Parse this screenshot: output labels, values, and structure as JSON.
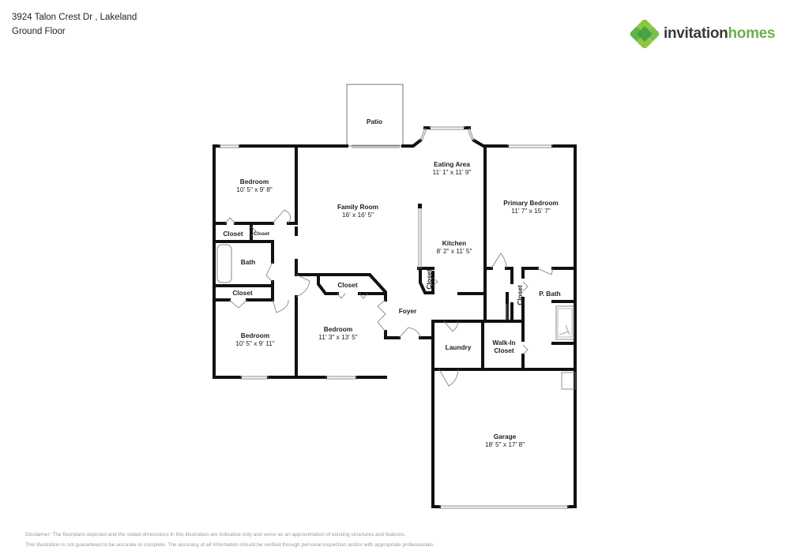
{
  "header": {
    "address": "3924 Talon Crest Dr , Lakeland",
    "floor": "Ground Floor"
  },
  "logo": {
    "word1": "invitation",
    "word2": "homes",
    "colors": {
      "dark": "#3a3a3a",
      "green": "#6ab04c",
      "leaf_light": "#8cc63f",
      "leaf_dark": "#3f9b48"
    }
  },
  "rooms": {
    "patio": {
      "name": "Patio"
    },
    "bedroom_nw": {
      "name": "Bedroom",
      "dims": "10' 5\" x 9' 8\""
    },
    "family_room": {
      "name": "Family Room",
      "dims": "16' x 16' 5\""
    },
    "eating_area": {
      "name": "Eating Area",
      "dims": "11' 1\" x 11' 9\""
    },
    "primary_bedroom": {
      "name": "Primary Bedroom",
      "dims": "11' 7\" x 15' 7\""
    },
    "kitchen": {
      "name": "Kitchen",
      "dims": "8' 2\" x 11' 5\""
    },
    "closet_nw1": {
      "name": "Closet"
    },
    "closet_nw2": {
      "name": "Closet"
    },
    "bath": {
      "name": "Bath"
    },
    "closet_w": {
      "name": "Closet"
    },
    "closet_mid": {
      "name": "Closet"
    },
    "closet_kitchen": {
      "name": "Closet"
    },
    "closet_primary": {
      "name": "Closet"
    },
    "p_bath": {
      "name": "P. Bath"
    },
    "bedroom_sw": {
      "name": "Bedroom",
      "dims": "10' 5\" x 9' 11\""
    },
    "bedroom_mid": {
      "name": "Bedroom",
      "dims": "11' 3\" x 13' 5\""
    },
    "foyer": {
      "name": "Foyer"
    },
    "laundry": {
      "name": "Laundry"
    },
    "walkin_closet": {
      "name_line1": "Walk-In",
      "name_line2": "Closet"
    },
    "garage": {
      "name": "Garage",
      "dims": "18' 5\" x 17' 8\""
    }
  },
  "disclaimer": {
    "line1": "Disclaimer: The floorplans depicted and the stated dimensions in this illustration are indicative only and serve as an approximation of existing structures and features.",
    "line2": "This illustration is not guaranteed to be accurate or complete. The accuracy of all information should be verified through personal inspection and/or with appropriate professionals."
  }
}
